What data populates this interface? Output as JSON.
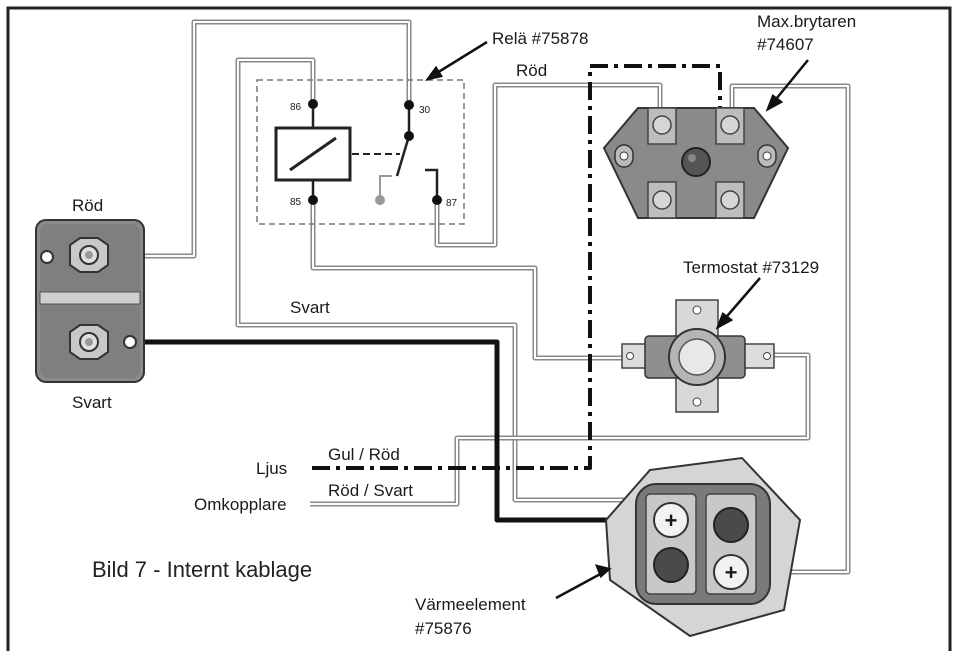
{
  "caption": "Bild 7 - Internt kablage",
  "battery": {
    "top_label": "Röd",
    "bottom_label": "Svart"
  },
  "relay": {
    "label": "Relä #75878",
    "pin_86": "86",
    "pin_85": "85",
    "pin_30": "30",
    "pin_87": "87"
  },
  "breaker": {
    "label_line1": "Max.brytaren",
    "label_line2": "#74607"
  },
  "thermostat": {
    "label": "Termostat #73129"
  },
  "heater": {
    "label_line1": "Värmeelement",
    "label_line2": "#75876",
    "plus_left": "+",
    "plus_right": "+"
  },
  "wires": {
    "red_top": "Röd",
    "black_mid": "Svart",
    "yellow_red": "Gul / Röd",
    "red_black": "Röd / Svart"
  },
  "inputs": {
    "light": "Ljus",
    "switch": "Omkopplare"
  },
  "colors": {
    "wire_gray": "#8a8a8a",
    "wire_black": "#111111",
    "component_gray": "#7a7a7a",
    "frame": "#222222"
  }
}
